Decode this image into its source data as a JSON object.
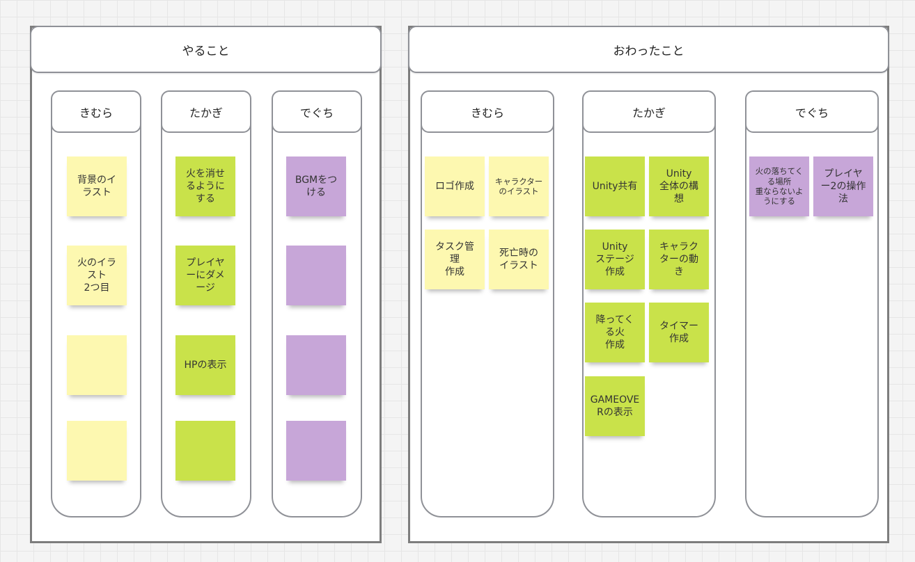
{
  "colors": {
    "yellow": "#fdf8b0",
    "green": "#c9e24a",
    "purple": "#c7a6d8"
  },
  "todo": {
    "title": "やること",
    "lanes": [
      {
        "name": "きむら",
        "notes": [
          "背景のイ\nラスト",
          "火のイラ\nスト\n2つ目",
          "",
          ""
        ]
      },
      {
        "name": "たかぎ",
        "notes": [
          "火を消せ\nるように\nする",
          "プレイヤ\nーにダメ\nージ",
          "HPの表示",
          ""
        ]
      },
      {
        "name": "でぐち",
        "notes": [
          "BGMをつ\nける",
          "",
          "",
          ""
        ]
      }
    ]
  },
  "done": {
    "title": "おわったこと",
    "lanes": [
      {
        "name": "きむら",
        "notes": [
          "ロゴ作成",
          "キャラクター\nのイラスト",
          "タスク管\n理\n作成",
          "死亡時の\nイラスト"
        ]
      },
      {
        "name": "たかぎ",
        "notes": [
          "Unity共有",
          "Unity\n全体の構\n想",
          "Unity\nステージ\n作成",
          "キャラク\nターの動\nき",
          "降ってく\nる火\n作成",
          "タイマー\n作成",
          "GAMEOVE\nRの表示"
        ]
      },
      {
        "name": "でぐち",
        "notes": [
          "火の落ちてく\nる場所\n重ならないよ\nうにする",
          "プレイヤ\nー2の操作\n法"
        ]
      }
    ]
  }
}
